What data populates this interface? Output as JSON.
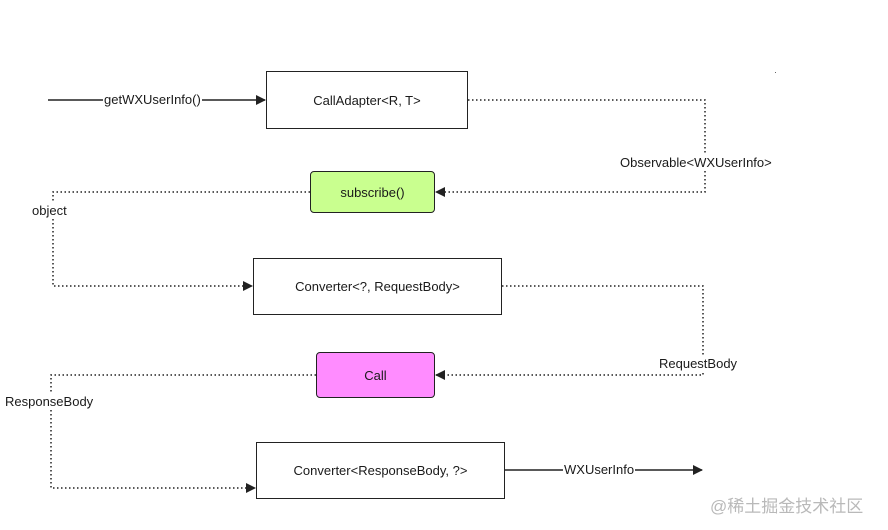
{
  "colors": {
    "line": "#222222",
    "subscribe_fill": "#c9ff8f",
    "call_fill": "#ff8cff",
    "box_fill": "#ffffff",
    "watermark": "#b9b9b9"
  },
  "nodes": {
    "call_adapter": "CallAdapter<R, T>",
    "subscribe": "subscribe()",
    "request_converter": "Converter<?, RequestBody>",
    "call": "Call",
    "response_converter": "Converter<ResponseBody, ?>"
  },
  "edges": {
    "get_user_info": "getWXUserInfo()",
    "observable": "Observable<WXUserInfo>",
    "object": "object",
    "request_body": "RequestBody",
    "response_body": "ResponseBody",
    "wx_user_info": "WXUserInfo"
  },
  "watermark": "@稀土掘金技术社区"
}
